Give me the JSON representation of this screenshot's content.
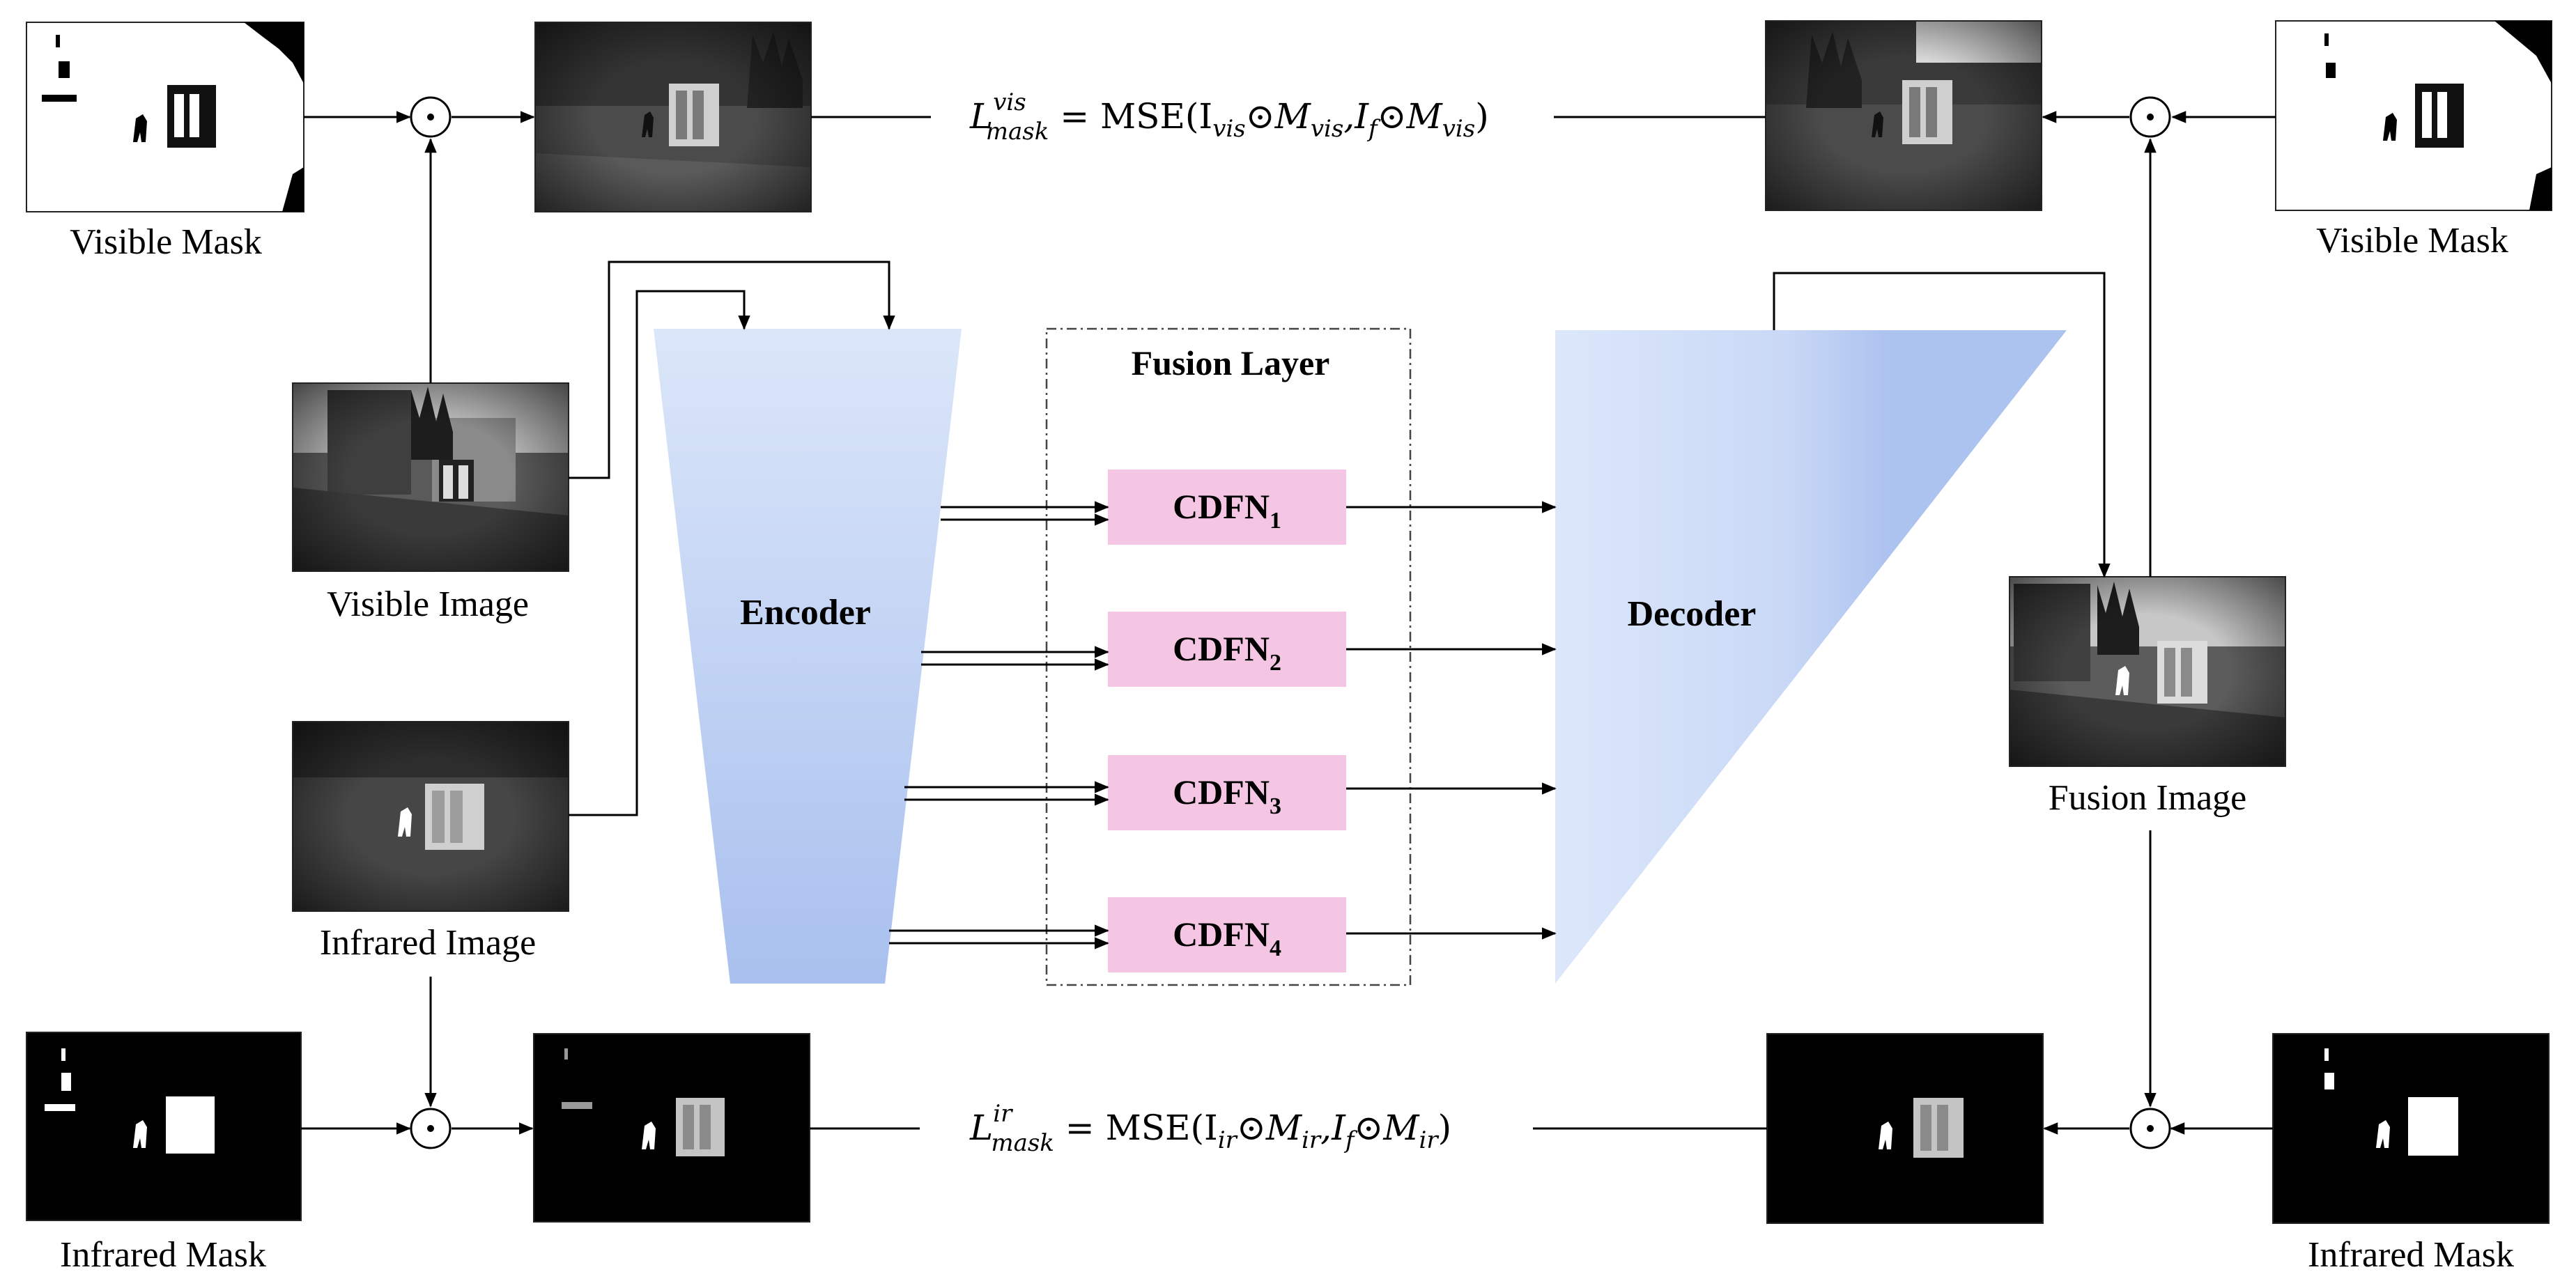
{
  "labels": {
    "visible_mask": "Visible Mask",
    "visible_image": "Visible Image",
    "infrared_image": "Infrared Image",
    "infrared_mask": "Infrared Mask",
    "fusion_image": "Fusion Image",
    "encoder": "Encoder",
    "decoder": "Decoder",
    "fusion_layer": "Fusion Layer"
  },
  "cdfn_blocks": [
    {
      "name": "CDFN",
      "sub": "1"
    },
    {
      "name": "CDFN",
      "sub": "2"
    },
    {
      "name": "CDFN",
      "sub": "3"
    },
    {
      "name": "CDFN",
      "sub": "4"
    }
  ],
  "equations": {
    "vis": {
      "L": "L",
      "sup": "vis",
      "sub": "mask",
      "eq": " = MSE(I",
      "s1": "vis",
      "op1": "⊙M",
      "s2": "vis",
      "c": ",I",
      "s3": "f",
      "op2": "⊙M",
      "s4": "vis",
      "end": ")"
    },
    "ir": {
      "L": "L",
      "sup": "ir",
      "sub": "mask",
      "eq": " = MSE(I",
      "s1": "ir",
      "op1": "⊙M",
      "s2": "ir",
      "c": ",I",
      "s3": "f",
      "op2": "⊙M",
      "s4": "ir",
      "end": ")"
    }
  },
  "operator_symbol": "⊙",
  "colors": {
    "encoder_decoder_light": "#dbe6f9",
    "encoder_decoder_dark": "#aec4ef",
    "cdfn_fill": "#f4c6e3",
    "line": "#000000"
  }
}
